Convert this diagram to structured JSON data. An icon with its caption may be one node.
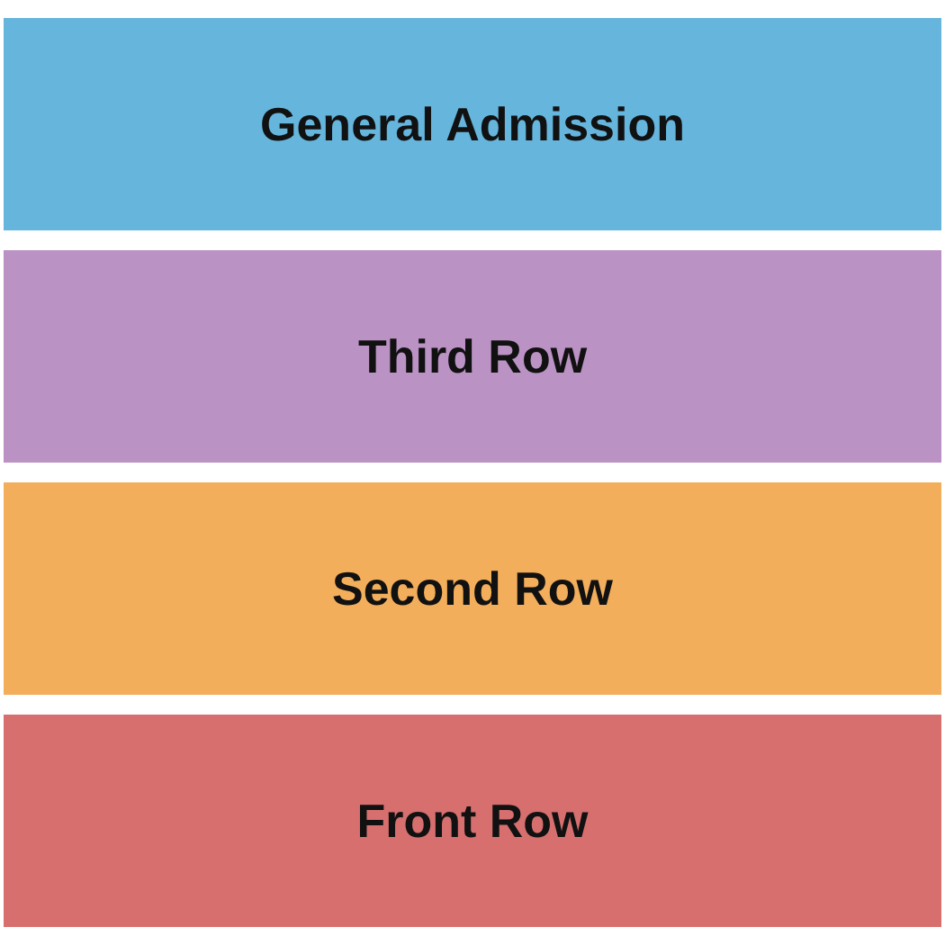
{
  "diagram": {
    "nodes": [
      {
        "text": [
          "General Admission"
        ]
      },
      {
        "text": [
          "Third Row"
        ]
      },
      {
        "text": [
          "Second Row"
        ]
      },
      {
        "text": [
          "Front Row"
        ]
      }
    ]
  }
}
